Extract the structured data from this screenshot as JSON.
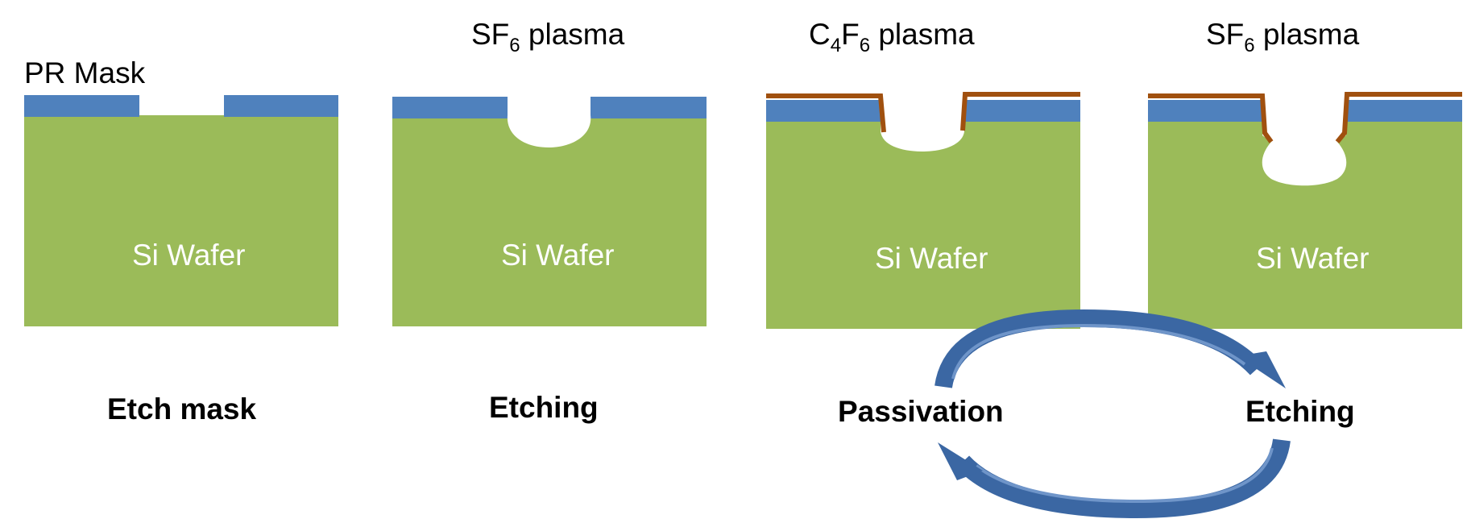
{
  "colors": {
    "wafer": "#9bbb59",
    "mask": "#4f81bd",
    "passivation": "#a0500f",
    "arrow": "#3b67a3",
    "arrow_highlight": "#6f95c9"
  },
  "labels": {
    "pr_mask": "PR Mask",
    "sf6_1": {
      "base": "SF",
      "sub": "6",
      "rest": " plasma"
    },
    "c4f6": {
      "c": "C",
      "c_sub": "4",
      "f": "F",
      "f_sub": "6",
      "rest": " plasma"
    },
    "sf6_2": {
      "base": "SF",
      "sub": "6",
      "rest": " plasma"
    },
    "wafer_1": "Si Wafer",
    "wafer_2": "Si Wafer",
    "wafer_3": "Si Wafer",
    "wafer_4": "Si Wafer",
    "step_1": "Etch mask",
    "step_2": "Etching",
    "step_3": "Passivation",
    "step_4": "Etching"
  },
  "icons": {
    "cycle_top": "curved-arrow-right",
    "cycle_bottom": "curved-arrow-left"
  }
}
